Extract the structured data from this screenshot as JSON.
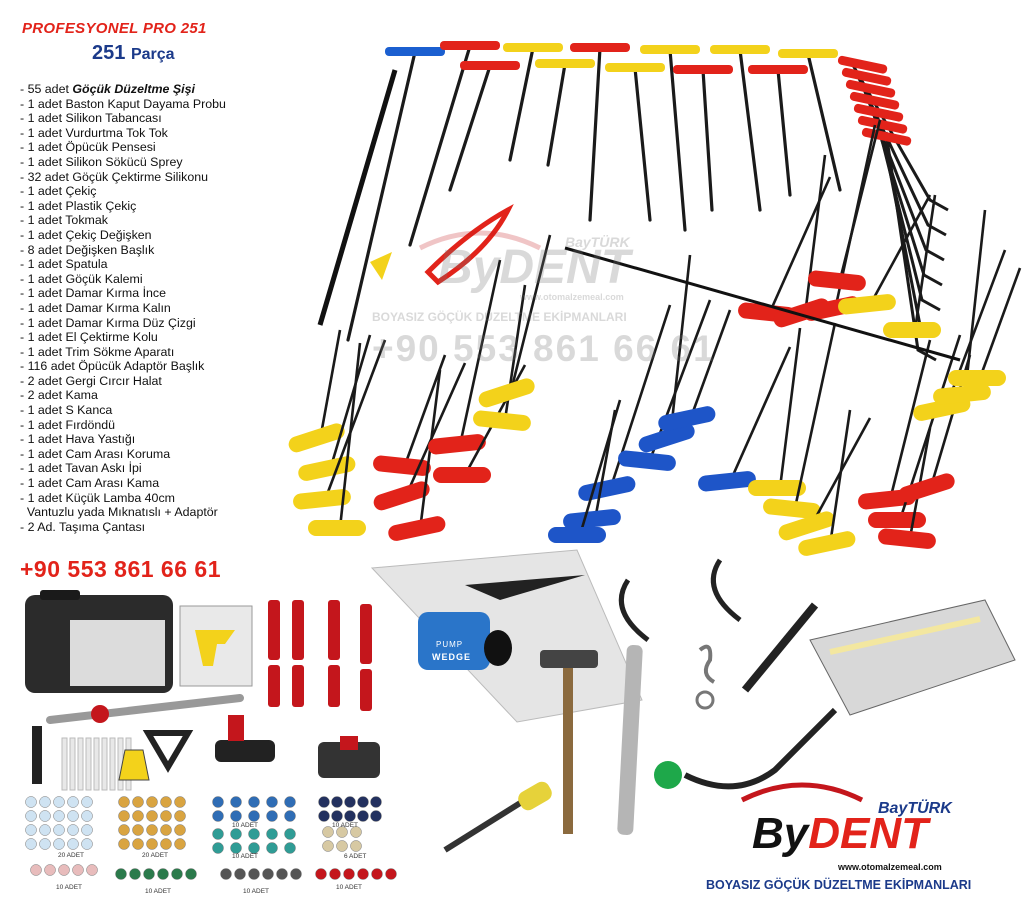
{
  "header": {
    "title": "PROFESYONEL PRO 251",
    "count_number": "251",
    "count_word": "Parça"
  },
  "items": [
    {
      "prefix": "- 55 adet ",
      "bold": "Göçük Düzeltme Şişi"
    },
    {
      "text": "- 1 adet Baston Kaput Dayama Probu"
    },
    {
      "text": "- 1 adet Silikon Tabancası"
    },
    {
      "text": "- 1 adet Vurdurtma Tok Tok"
    },
    {
      "text": "- 1 adet Öpücük Pensesi"
    },
    {
      "text": "- 1 adet Silikon Sökücü Sprey"
    },
    {
      "text": "- 32 adet Göçük Çektirme Silikonu"
    },
    {
      "text": "- 1 adet Çekiç"
    },
    {
      "text": "- 1 adet Plastik Çekiç"
    },
    {
      "text": "- 1 adet Tokmak"
    },
    {
      "text": "- 1 adet Çekiç Değişken"
    },
    {
      "text": "- 8 adet Değişken Başlık"
    },
    {
      "text": "- 1 adet Spatula"
    },
    {
      "text": "- 1 adet Göçük Kalemi"
    },
    {
      "text": "- 1 adet Damar Kırma İnce"
    },
    {
      "text": "- 1 adet Damar Kırma Kalın"
    },
    {
      "text": "- 1 adet Damar Kırma Düz Çizgi"
    },
    {
      "text": "- 1 adet El Çektirme Kolu"
    },
    {
      "text": "- 1 adet Trim Sökme Aparatı"
    },
    {
      "text": "- 116 adet Öpücük Adaptör Başlık"
    },
    {
      "text": "- 2 adet Gergi Cırcır Halat"
    },
    {
      "text": "- 2 adet Kama"
    },
    {
      "text": "- 1 adet S Kanca"
    },
    {
      "text": "- 1 adet Fırdöndü"
    },
    {
      "text": "- 1 adet Hava Yastığı"
    },
    {
      "text": "- 1 adet Cam Arası Koruma"
    },
    {
      "text": "- 1 adet Tavan Askı İpi"
    },
    {
      "text": "- 1 adet Cam Arası Kama"
    },
    {
      "text": "- 1 adet Küçük Lamba 40cm"
    },
    {
      "text": "  Vantuzlu yada Mıknatıslı + Adaptör"
    },
    {
      "text": "- 2 Ad. Taşıma Çantası"
    }
  ],
  "phone": "+90 553 861 66 61",
  "watermark": {
    "brand_small": "BayTÜRK",
    "brand_big": "ByDENT",
    "url": "www.otomalzemeal.com",
    "tagline": "BOYASIZ GÖÇÜK DÜZELTME EKİPMANLARI",
    "phone": "+90 553 861 66 61"
  },
  "logo": {
    "brand_small": "BayTÜRK",
    "brand_by": "By",
    "brand_dent": "DENT",
    "url": "www.otomalzemeal.com",
    "tagline": "BOYASIZ GÖÇÜK DÜZELTME EKİPMANLARI"
  },
  "pump_label": {
    "line1": "PUMP",
    "line2": "WEDGE"
  },
  "tab_labels": [
    "20 ADET",
    "20 ADET",
    "10 ADET",
    "10 ADET",
    "10 ADET",
    "6 ADET",
    "10 ADET",
    "10 ADET",
    "10 ADET",
    "10 ADET"
  ],
  "colors": {
    "accent_red": "#e2231a",
    "title_blue": "#1b3a8a",
    "handle_yellow": "#f3d21b",
    "handle_blue": "#1e55c8"
  }
}
